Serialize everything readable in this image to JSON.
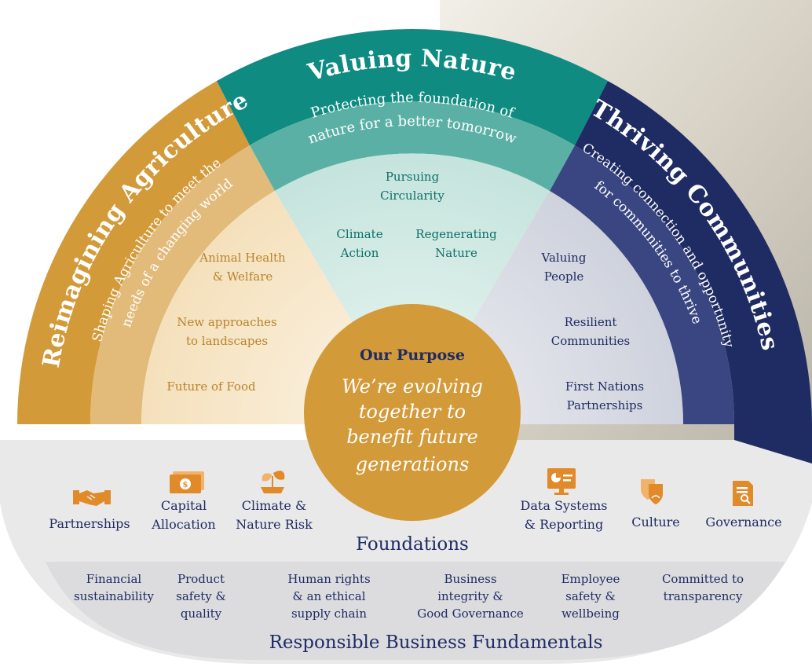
{
  "top_pillar": {
    "title": "Valuing Nature",
    "subtitle": "Protecting the foundation of nature for a better tomorrow",
    "subtitle_line1": "Protecting the foundation of",
    "subtitle_line2": "nature for a better tomorrow",
    "items": [
      "Pursuing Circularity",
      "Climate Action",
      "Regenerating Nature"
    ],
    "item_lines": {
      "pursuing_1": "Pursuing",
      "pursuing_2": "Circularity",
      "climate_1": "Climate",
      "climate_2": "Action",
      "regen_1": "Regenerating",
      "regen_2": "Nature"
    }
  },
  "left_pillar": {
    "title": "Reimagining Agriculture",
    "subtitle_line1": "Shaping Agriculture to meet the",
    "subtitle_line2": "needs of a changing world",
    "item_lines": {
      "animal_1": "Animal Health",
      "animal_2": "& Welfare",
      "approach_1": "New approaches",
      "approach_2": "to landscapes",
      "food_1": "Future of Food"
    }
  },
  "right_pillar": {
    "title": "Thriving Communities",
    "subtitle_line1": "Creating connection and opportunity",
    "subtitle_line2": "for communities to thrive",
    "item_lines": {
      "people_1": "Valuing",
      "people_2": "People",
      "resilient_1": "Resilient",
      "resilient_2": "Communities",
      "first_1": "First Nations",
      "first_2": "Partnerships"
    }
  },
  "purpose": {
    "heading": "Our Purpose",
    "line1": "We’re evolving",
    "line2": "together to",
    "line3": "benefit future",
    "line4": "generations"
  },
  "foundations": {
    "heading": "Foundations",
    "items": [
      {
        "lines": [
          "Partnerships"
        ],
        "icon": "handshake-icon"
      },
      {
        "lines": [
          "Capital",
          "Allocation"
        ],
        "icon": "money-icon"
      },
      {
        "lines": [
          "Climate &",
          "Nature Risk"
        ],
        "icon": "plant-icon"
      },
      {
        "lines": [
          "Data Systems",
          "& Reporting"
        ],
        "icon": "monitor-chart-icon"
      },
      {
        "lines": [
          "Culture"
        ],
        "icon": "theatre-masks-icon"
      },
      {
        "lines": [
          "Governance"
        ],
        "icon": "document-search-icon"
      }
    ]
  },
  "fundamentals": {
    "heading": "Responsible Business Fundamentals",
    "items": [
      {
        "lines": [
          "Financial",
          "sustainability"
        ]
      },
      {
        "lines": [
          "Product",
          "safety &",
          "quality"
        ]
      },
      {
        "lines": [
          "Human rights",
          "& an ethical",
          "supply chain"
        ]
      },
      {
        "lines": [
          "Business",
          "integrity &",
          "Good Governance"
        ]
      },
      {
        "lines": [
          "Employee",
          "safety &",
          "wellbeing"
        ]
      },
      {
        "lines": [
          "Committed to",
          "transparency"
        ]
      }
    ]
  },
  "colors": {
    "teal": "#0f8b82",
    "teal_mid": "#5bb0a6",
    "teal_light": "#cfe9e3",
    "gold": "#d39a3a",
    "gold_mid": "#e2bb7b",
    "gold_light": "#f7e6c8",
    "navy": "#1f2b63",
    "navy_mid": "#3a4682",
    "grey_light": "#dde0e7",
    "purpose": "#d39a3a",
    "base": "#e9e9ea",
    "base_band": "#d9d9dc",
    "text_gold": "#b8842d",
    "text_teal": "#0d6f69",
    "text_navy": "#1f2b63",
    "icon": "#e08a2a"
  }
}
